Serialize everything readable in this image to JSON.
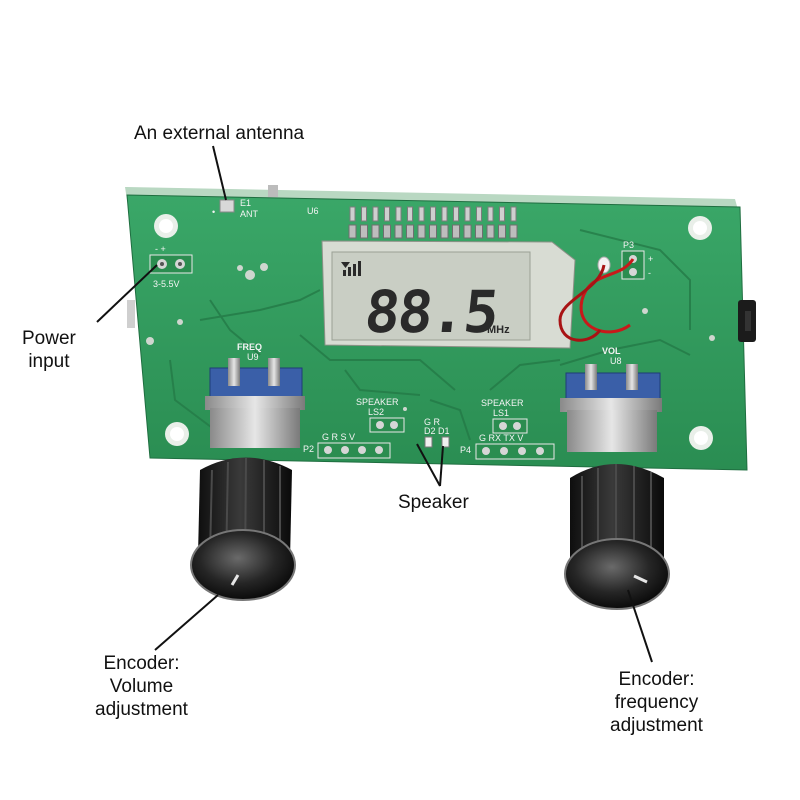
{
  "callouts": {
    "antenna": "An external antenna",
    "power": "Power\ninput",
    "speaker": "Speaker",
    "volume": "Encoder:\nVolume\nadjustment",
    "frequency": "Encoder:\nfrequency\nadjustment"
  },
  "board": {
    "lcd": {
      "frequency": "88.5",
      "unit": "MHz"
    },
    "silkscreen": {
      "e1": "E1",
      "ant": "ANT",
      "polarity": "-    +",
      "voltage": "3-5.5V",
      "u6": "U6",
      "freq": "FREQ",
      "u9": "U9",
      "vol": "VOL",
      "u8": "U8",
      "speaker_left": "SPEAKER",
      "ls2": "LS2",
      "speaker_right": "SPEAKER",
      "ls1": "LS1",
      "p2_pins": "G  R  S  V",
      "p2": "P2",
      "uart_pins": "G RX TX V",
      "p4": "P4",
      "gr": "G  R",
      "d2d1": "D2 D1",
      "p3": "P3"
    }
  },
  "colors": {
    "pcb": "#2f9a5a",
    "lcd": "#c9cec4",
    "knob": "#1c1c1c",
    "background": "#ffffff"
  }
}
